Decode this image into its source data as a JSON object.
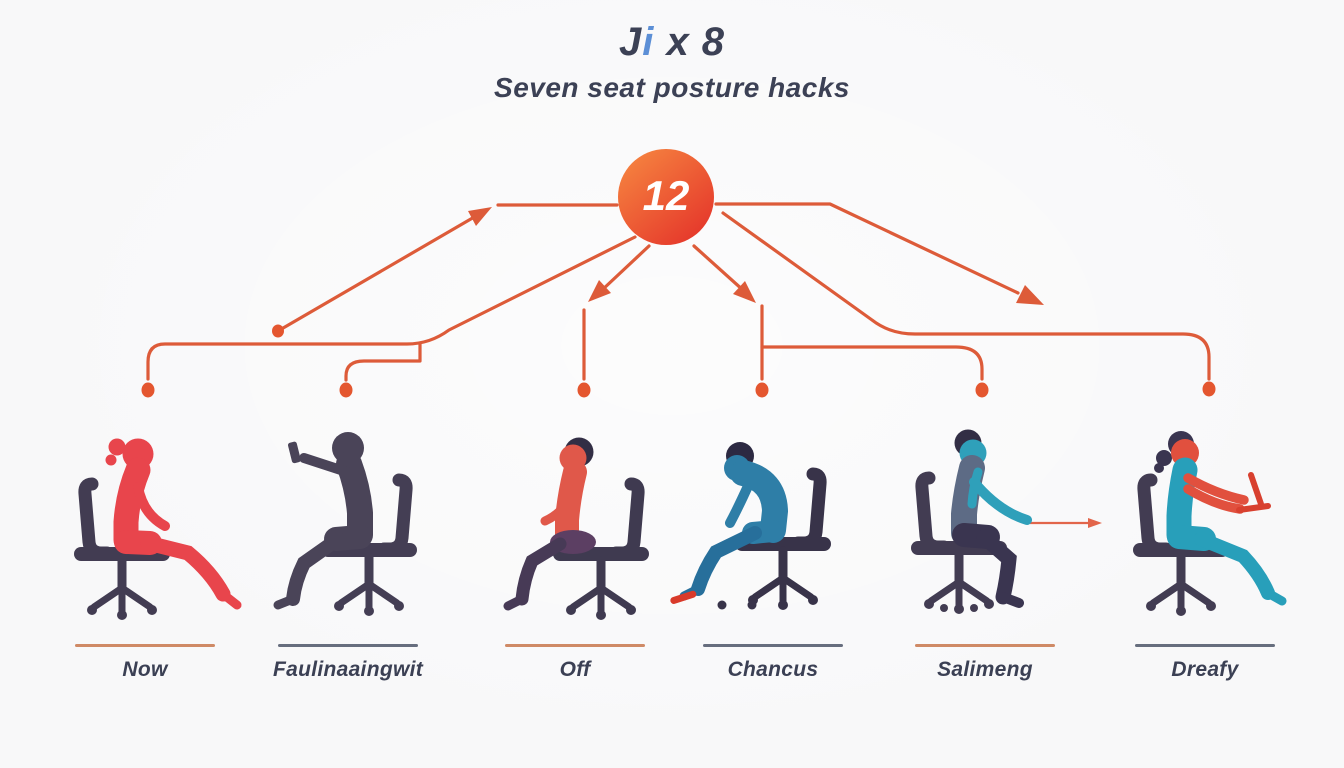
{
  "header": {
    "title_j": "J",
    "title_i": "i",
    "title_rest": " x 8",
    "subtitle": "Seven seat posture hacks"
  },
  "hub": {
    "value": "12",
    "shape": "circle-badge"
  },
  "colors": {
    "background": "#f8f8f9",
    "connector": "#dd5b39",
    "dot": "#e4562f",
    "hub_gradient_start": "#f5813f",
    "hub_gradient_end": "#e5372b",
    "title_text": "#3c4155",
    "title_accent": "#5c8fd6",
    "label_text": "#3b4054",
    "underline_orange": "#cf8a66",
    "underline_gray": "#676e7e",
    "hand_arrow": "#e2654a"
  },
  "figures": [
    {
      "label": "Now",
      "underline_color": "#cf8a66",
      "icon": "person-sitting-upright-icon",
      "pose": "upright woman, legs extended to floor",
      "facing": "right",
      "colors": {
        "skin": "#e8454c",
        "body": "#e8454c",
        "hip": "#e8454c",
        "legs": "#e8454c",
        "hair": "#e8454c",
        "chair": "#423c52",
        "extra": "#e8454c"
      }
    },
    {
      "label": "Faulinaaingwit",
      "underline_color": "#676e7e",
      "icon": "person-holding-phone-icon",
      "pose": "dark silhouette, arm extended holding phone",
      "facing": "left",
      "colors": {
        "skin": "#4a4458",
        "body": "#4a4458",
        "hip": "#4a4458",
        "legs": "#4a4458",
        "hair": "#4a4458",
        "chair": "#443e54",
        "extra": "#4a4458"
      }
    },
    {
      "label": "Off",
      "underline_color": "#cf8a66",
      "icon": "person-sitting-relaxed-icon",
      "pose": "woman leaning slightly forward, hands on lap",
      "facing": "left",
      "colors": {
        "skin": "#e0584a",
        "body": "#e0584a",
        "hip": "#5c3f63",
        "legs": "#473a56",
        "hair": "#322e45",
        "chair": "#3f3a50",
        "extra": "#5c3f63"
      }
    },
    {
      "label": "Chancus",
      "underline_color": "#676e7e",
      "icon": "person-hunched-over-icon",
      "pose": "slumped figure, head bowed, red object at feet",
      "facing": "left",
      "colors": {
        "skin": "#2e7ea7",
        "body": "#2e7ea7",
        "hip": "#2e7ea7",
        "legs": "#276f9b",
        "hair": "#2c2942",
        "chair": "#383349",
        "extra": "#d93a2a"
      }
    },
    {
      "label": "Salimeng",
      "underline_color": "#cf8a66",
      "icon": "person-reaching-forward-icon",
      "pose": "seated figure reaching forward, arrow from hand",
      "facing": "right",
      "colors": {
        "skin": "#2fa0ba",
        "body": "#5d6b85",
        "hip": "#3a3550",
        "legs": "#3a3550",
        "hair": "#322e45",
        "chair": "#423c52",
        "extra": "#e2654a"
      }
    },
    {
      "label": "Dreafy",
      "underline_color": "#676e7e",
      "icon": "person-holding-laptop-icon",
      "pose": "woman holding red laptop, legs extended",
      "facing": "right",
      "colors": {
        "skin": "#e1503e",
        "body": "#289fba",
        "hip": "#289fba",
        "legs": "#289fba",
        "hair": "#3a3550",
        "chair": "#423c52",
        "extra": "#d8402f"
      }
    }
  ]
}
